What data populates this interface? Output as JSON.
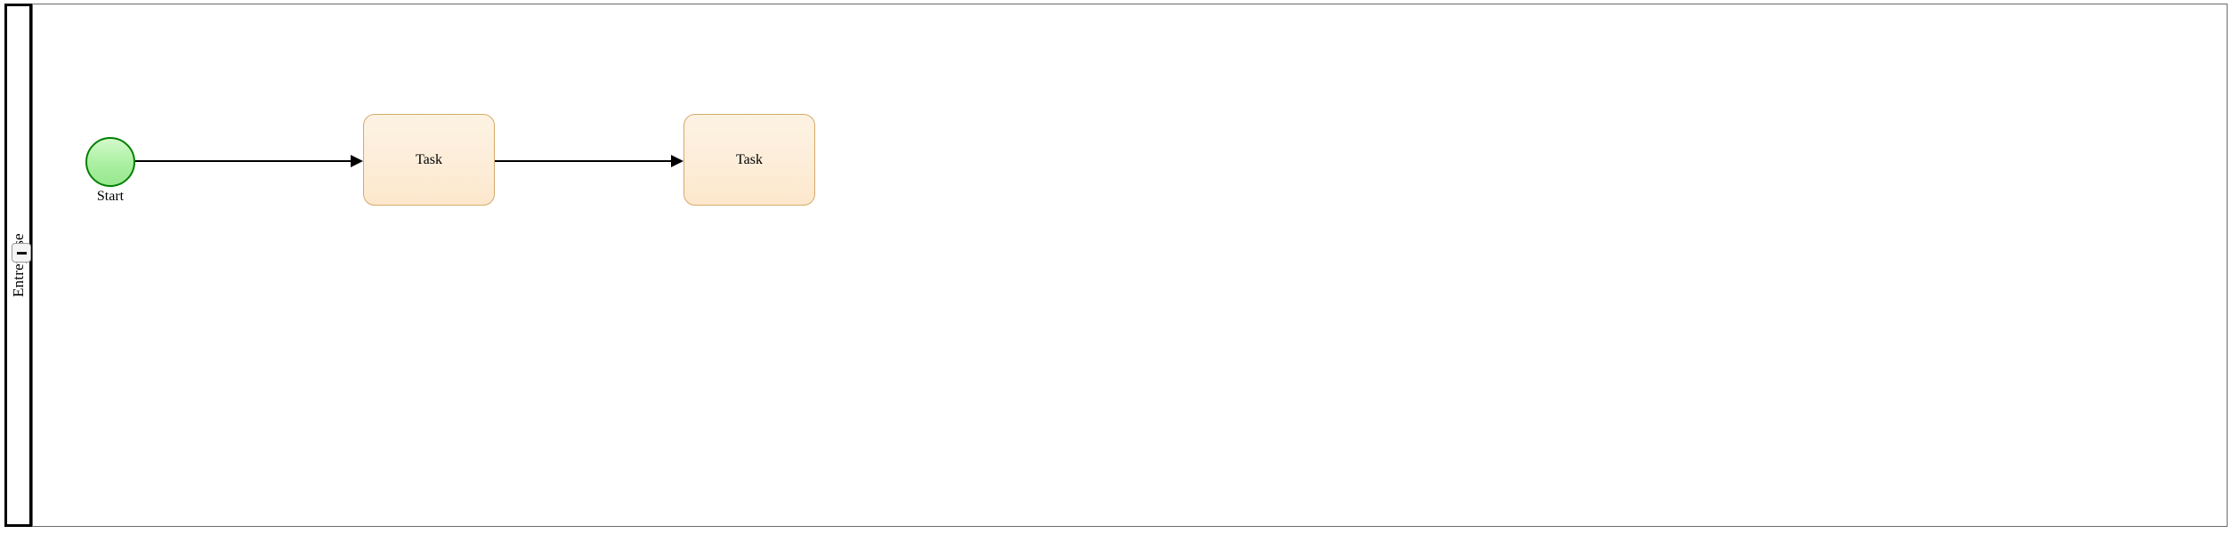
{
  "diagram": {
    "type": "bpmn-process",
    "pool": {
      "lane_label": "Entreprise",
      "collapse_button": {
        "icon": "minus-icon",
        "state": "expanded"
      }
    },
    "nodes": [
      {
        "id": "start-event",
        "kind": "start-event",
        "label": "Start",
        "shape": "circle",
        "stroke": "#018000",
        "fill": "#a9f0a0"
      },
      {
        "id": "task-1",
        "kind": "task",
        "label": "Task",
        "shape": "rounded-rectangle",
        "stroke": "#d4a96a",
        "fill": "#fdeedb"
      },
      {
        "id": "task-2",
        "kind": "task",
        "label": "Task",
        "shape": "rounded-rectangle",
        "stroke": "#d4a96a",
        "fill": "#fdeedb"
      }
    ],
    "flows": [
      {
        "id": "flow-1",
        "from": "start-event",
        "to": "task-1",
        "label": "",
        "stroke": "#000000"
      },
      {
        "id": "flow-2",
        "from": "task-1",
        "to": "task-2",
        "label": "",
        "stroke": "#000000"
      }
    ],
    "colors": {
      "pool_border": "#000000",
      "lane_body_border": "#6b6b6b",
      "canvas_background": "#ffffff"
    }
  }
}
